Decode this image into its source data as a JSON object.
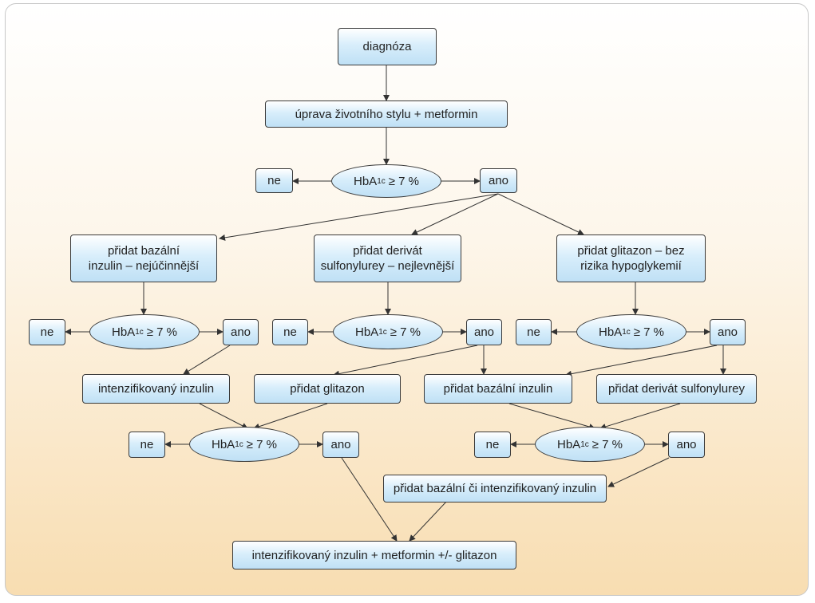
{
  "nodes": {
    "diagnosis": "diagnóza",
    "lifestyle": "úprava životního stylu + metformin",
    "hba_main": "HbA",
    "hba_sub": "1c",
    "hba_rel": "≥ 7 %",
    "yes": "ano",
    "no": "ne",
    "basal_insulin_l1": "přidat bazální",
    "basal_insulin_l2": "inzulin – nejúčinnější",
    "sulfonylurea_l1": "přidat derivát",
    "sulfonylurea_l2": "sulfonylurey – nejlevnější",
    "glitazone_l1": "přidat glitazon – bez",
    "glitazone_l2": "rizika hypoglykemií",
    "intensified_insulin": "intenzifikovaný inzulin",
    "add_glitazone": "přidat glitazon",
    "add_basal_insulin": "přidat bazální inzulin",
    "add_sulfonylurea": "přidat derivát sulfonylurey",
    "add_basal_or_intensified": "přidat bazální či intenzifikovaný inzulin",
    "final": "intenzifikovaný inzulin + metformin +/- glitazon"
  },
  "colors": {
    "box_fill_top": "#ffffff",
    "box_fill_bottom": "#bfe0f5",
    "background_bottom": "#f8ddb1",
    "line": "#333333"
  }
}
